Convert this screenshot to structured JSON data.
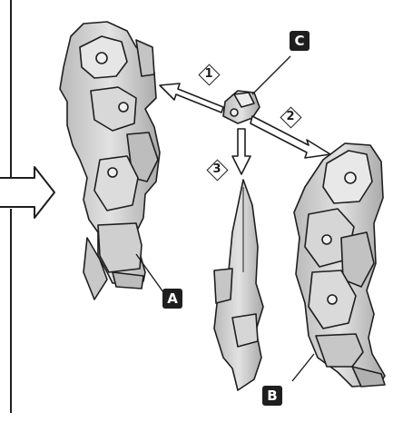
{
  "parts": {
    "a": {
      "label": "A"
    },
    "b": {
      "label": "B"
    },
    "c": {
      "label": "C"
    }
  },
  "steps": [
    {
      "number": "1"
    },
    {
      "number": "2"
    },
    {
      "number": "3"
    }
  ],
  "colors": {
    "ink": "#1e1e1e",
    "part_fill": "#cfcfcf",
    "part_shade": "#a9a9a9",
    "part_light": "#e9e9e9",
    "label_bg": "#1e1e1e",
    "label_text": "#ffffff"
  }
}
